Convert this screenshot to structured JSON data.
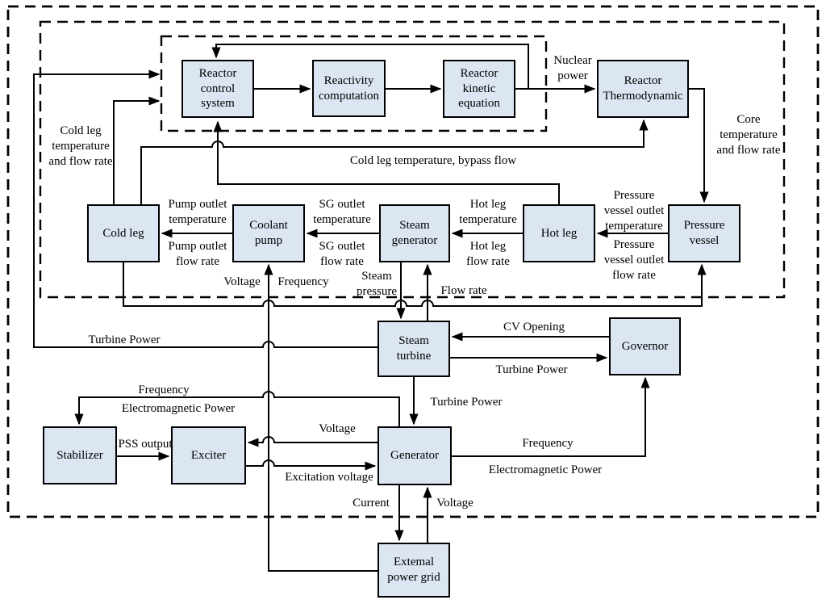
{
  "figure": {
    "background": "#ffffff",
    "box_fill": "#dce6f2",
    "box_border": "#000000",
    "line_color": "#000000"
  },
  "nodes": {
    "reactor_control_system": {
      "label": "Reactor\ncontrol\nsystem"
    },
    "reactivity_computation": {
      "label": "Reactivity\ncomputation"
    },
    "reactor_kinetic_equation": {
      "label": "Reactor\nkinetic\nequation"
    },
    "reactor_thermodynamic": {
      "label": "Reactor\nThermodynamic"
    },
    "cold_leg": {
      "label": "Cold leg"
    },
    "coolant_pump": {
      "label": "Coolant\npump"
    },
    "steam_generator": {
      "label": "Steam\ngenerator"
    },
    "hot_leg": {
      "label": "Hot leg"
    },
    "pressure_vessel": {
      "label": "Pressure\nvessel"
    },
    "steam_turbine": {
      "label": "Steam\nturbine"
    },
    "governor": {
      "label": "Governor"
    },
    "stabilizer": {
      "label": "Stabilizer"
    },
    "exciter": {
      "label": "Exciter"
    },
    "generator": {
      "label": "Generator"
    },
    "external_power_grid": {
      "label": "Extemal\npower grid"
    }
  },
  "edge_labels": {
    "nuclear_power": "Nuclear\npower",
    "core_temperature_flow": "Core\ntemperature\nand flow rate",
    "cold_leg_temperature_flow": "Cold leg\ntemperature\nand flow rate",
    "cold_leg_bypass": "Cold leg temperature, bypass flow",
    "pump_outlet_temperature": "Pump outlet\ntemperature",
    "pump_outlet_flow": "Pump outlet\nflow rate",
    "sg_outlet_temperature": "SG outlet\ntemperature",
    "sg_outlet_flow": "SG outlet\nflow rate",
    "hot_leg_temperature": "Hot leg\ntemperature",
    "hot_leg_flow": "Hot leg\nflow rate",
    "pv_outlet_temperature": "Pressure\nvessel outlet\ntemperature",
    "pv_outlet_flow": "Pressure\nvessel outlet\nflow rate",
    "voltage_pump": "Voltage",
    "frequency_pump": "Frequency",
    "steam_pressure": "Steam\npressure",
    "flow_rate": "Flow rate",
    "turbine_power_rcs": "Turbine Power",
    "cv_opening": "CV Opening",
    "turbine_power_governor": "Turbine Power",
    "turbine_power_generator": "Turbine Power",
    "frequency_stabilizer": "Frequency",
    "em_power_stabilizer": "Electromagnetic Power",
    "pss_output": "PSS output",
    "voltage_exciter": "Voltage",
    "excitation_voltage": "Excitation voltage",
    "frequency_governor": "Frequency",
    "em_power_governor": "Electromagnetic Power",
    "current": "Current",
    "voltage_generator": "Voltage"
  }
}
